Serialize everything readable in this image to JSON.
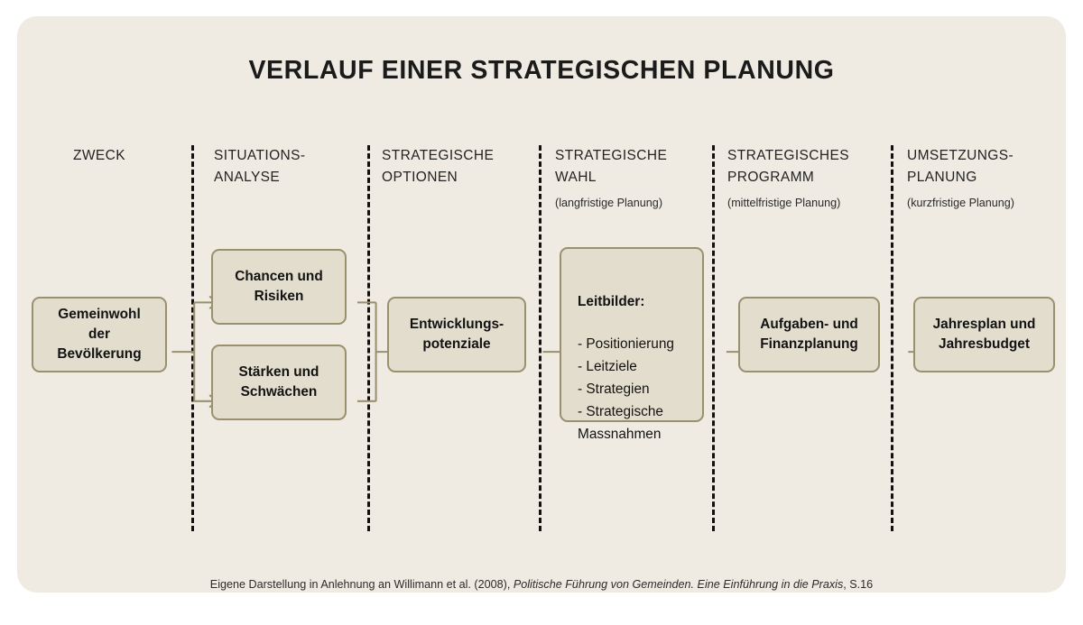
{
  "title": "VERLAUF EINER STRATEGISCHEN PLANUNG",
  "colors": {
    "page_background": "#ffffff",
    "card_background": "#efebe2",
    "box_fill": "#e3ddce",
    "box_border": "#99906d",
    "connector": "#99906d",
    "divider": "#111111",
    "text": "#121212"
  },
  "columns": [
    {
      "title": "ZWECK",
      "subtitle": ""
    },
    {
      "title": "SITUATIONS-\nANALYSE",
      "subtitle": ""
    },
    {
      "title": "STRATEGISCHE\nOPTIONEN",
      "subtitle": ""
    },
    {
      "title": "STRATEGISCHE\nWAHL",
      "subtitle": "(langfristige Planung)"
    },
    {
      "title": "STRATEGISCHES\nPROGRAMM",
      "subtitle": "(mittelfristige Planung)"
    },
    {
      "title": "UMSETZUNGS-\nPLANUNG",
      "subtitle": "(kurzfristige Planung)"
    }
  ],
  "boxes": {
    "zweck": "Gemeinwohl\nder\nBevölkerung",
    "chancen": "Chancen und\nRisiken",
    "staerken": "Stärken und\nSchwächen",
    "optionen": "Entwicklungs-\npotenziale",
    "leitbilder_head": "Leitbilder:",
    "leitbilder_list": "- Positionierung\n- Leitziele\n- Strategien\n- Strategische\n   Massnahmen",
    "programm": "Aufgaben- und\nFinanzplanung",
    "umsetzung": "Jahresplan und\nJahresbudget"
  },
  "caption": {
    "pre": "Eigene Darstellung in Anlehnung an Willimann et al. (2008), ",
    "italic": "Politische Führung von Gemeinden. Eine Einführung in die Praxis",
    "post": ", S.16"
  }
}
